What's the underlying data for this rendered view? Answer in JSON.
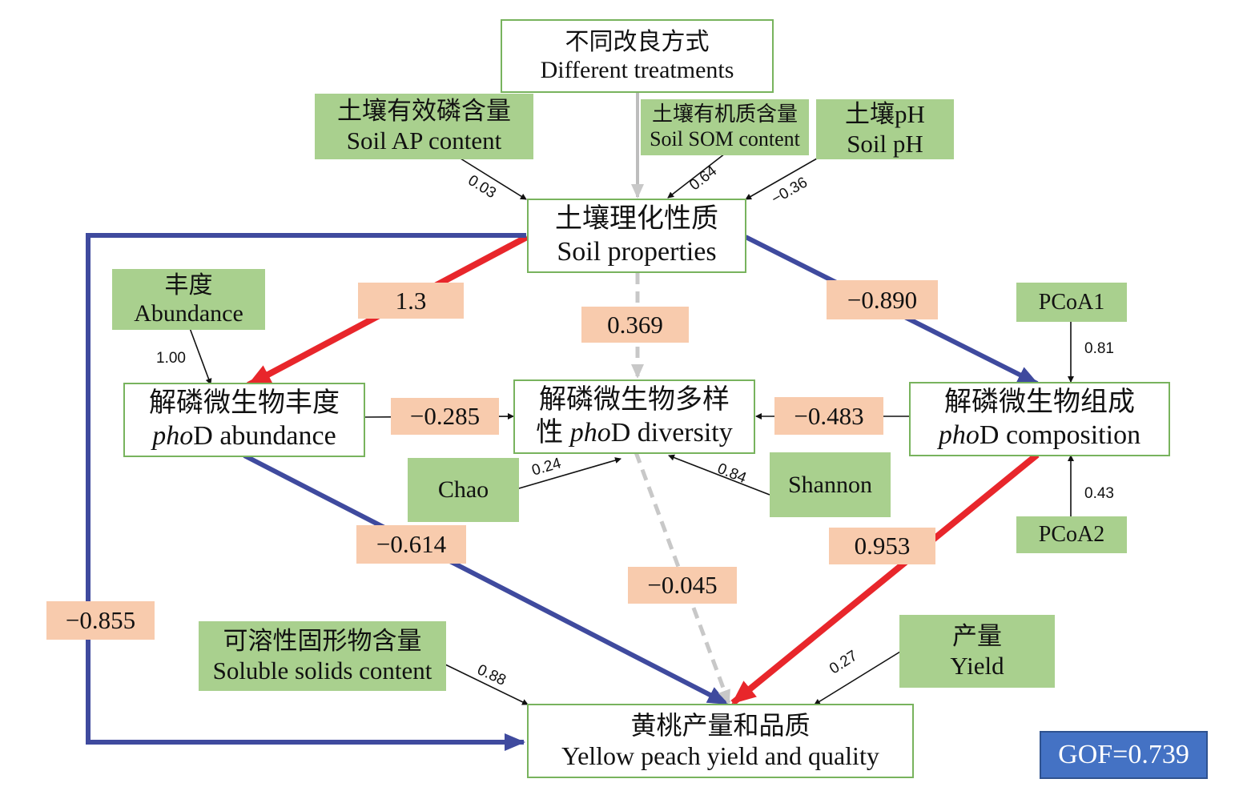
{
  "nodes": {
    "treatments": {
      "cn": "不同改良方式",
      "en": "Different treatments"
    },
    "soil_ap": {
      "cn": "土壤有效磷含量",
      "en": "Soil AP content"
    },
    "soil_som": {
      "cn": "土壤有机质含量",
      "en": "Soil SOM content"
    },
    "soil_ph": {
      "cn": "土壤pH",
      "en": "Soil pH"
    },
    "soil_properties": {
      "cn": "土壤理化性质",
      "en": "Soil properties"
    },
    "abundance_indicator": {
      "cn": "丰度",
      "en": "Abundance"
    },
    "phod_abundance": {
      "cn": "解磷微生物丰度",
      "en_italic": "pho",
      "en_rest": "D abundance"
    },
    "phod_diversity": {
      "cn": "解磷微生物多样",
      "cn2": "性 ",
      "en_italic": "pho",
      "en_rest": "D diversity"
    },
    "phod_composition": {
      "cn": "解磷微生物组成",
      "en_italic": "pho",
      "en_rest": "D composition"
    },
    "chao": {
      "en": "Chao"
    },
    "shannon": {
      "en": "Shannon"
    },
    "pcoa1": {
      "en": "PCoA1"
    },
    "pcoa2": {
      "en": "PCoA2"
    },
    "soluble_solids": {
      "cn": "可溶性固形物含量",
      "en": "Soluble solids content"
    },
    "yield_indicator": {
      "cn": "产量",
      "en": "Yield"
    },
    "peach": {
      "cn": "黄桃产量和品质",
      "en": "Yellow peach yield and quality"
    }
  },
  "path_coefficients": {
    "soil_to_abundance": "1.3",
    "soil_to_diversity": "0.369",
    "soil_to_composition": "−0.890",
    "abundance_to_diversity": "−0.285",
    "composition_to_diversity": "−0.483",
    "abundance_to_peach": "−0.614",
    "diversity_to_peach": "−0.045",
    "composition_to_peach": "0.953",
    "soil_to_peach": "−0.855"
  },
  "loadings": {
    "ap": "0.03",
    "som": "0.64",
    "ph": "−0.36",
    "abundance": "1.00",
    "chao": "0.24",
    "shannon": "0.84",
    "pcoa1": "0.81",
    "pcoa2": "0.43",
    "soluble_solids": "0.88",
    "yield": "0.27"
  },
  "gof": "GOF=0.739",
  "colors": {
    "positive_path": "#e8262b",
    "negative_path": "#3f4a9e",
    "nonsignificant_path": "#c8c8c8",
    "coefficient_fill": "#f8cbad",
    "indicator_fill": "#a9d08e",
    "latent_border": "#78b35d",
    "gof_fill": "#4472c4"
  }
}
